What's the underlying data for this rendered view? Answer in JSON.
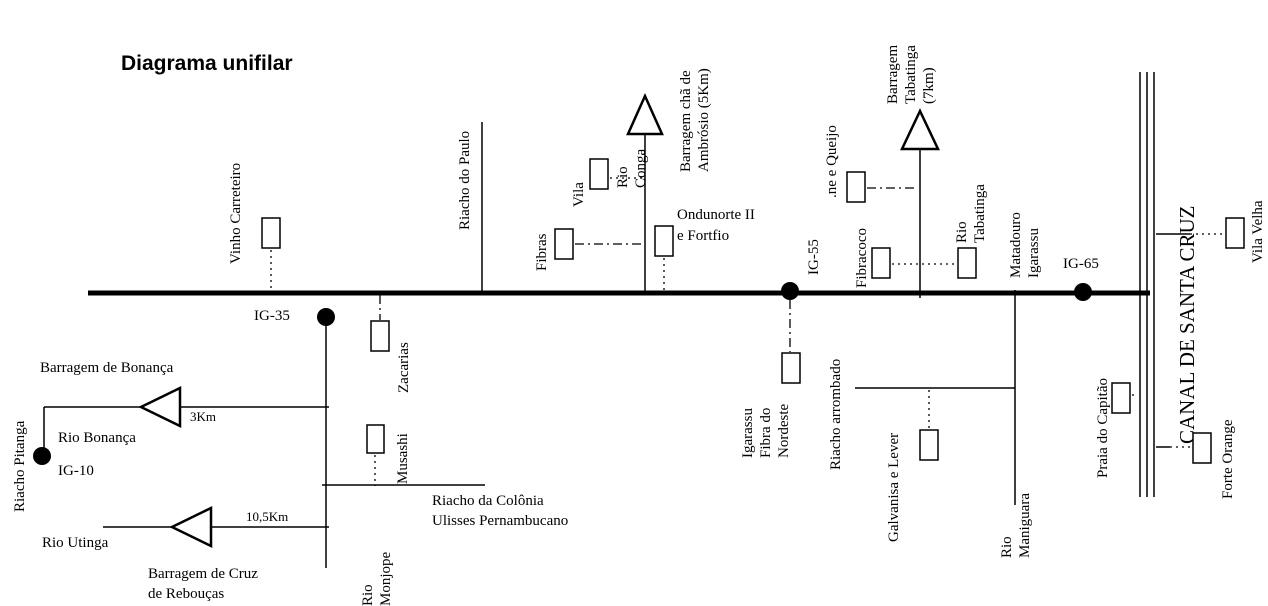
{
  "title": "Diagrama unifilar",
  "canal": "CANAL DE SANTA CRUZ",
  "nodes": {
    "ig10": "IG-10",
    "ig35": "IG-35",
    "ig55": "IG-55",
    "ig65": "IG-65"
  },
  "labels": {
    "barragem_bonanca": "Barragem de Bonança",
    "dist_3km": "3Km",
    "rio_bonanca": "Rio Bonança",
    "riacho_pitanga": "Riacho Pitanga",
    "rio_utinga": "Rio Utinga",
    "dist_10_5km": "10,5Km",
    "barragem_cruz_1": "Barragem de Cruz",
    "barragem_cruz_2": "de Rebouças",
    "vinho_carreteiro": "Vinho Carreteiro",
    "zacarias": "Zacarias",
    "musashi": "Musashi",
    "riacho_colonia_1": "Riacho da Colônia",
    "riacho_colonia_2": "Ulisses Pernambucano",
    "rio_monjope_1": "Rio",
    "rio_monjope_2": "Monjope",
    "riacho_paulo": "Riacho do Paulo",
    "fibras": "Fibras",
    "vila": "Vila",
    "rio_conga_1": "Rio",
    "rio_conga_2": "Conga",
    "barragem_cha_1": "Barragem chã de",
    "barragem_cha_2": "Ambrósio (5Km)",
    "ondunorte_1": "Ondunorte II",
    "ondunorte_2": "e Fortfio",
    "igarassu_fibra_1": "Igarassu",
    "igarassu_fibra_2": "Fibra do",
    "igarassu_fibra_3": "Nordeste",
    "leite_queijo": ".ne e Queijo",
    "barragem_tabatinga_1": "Barragem",
    "barragem_tabatinga_2": "Tabatinga",
    "barragem_tabatinga_3": "(7km)",
    "fibracoco": "Fibracoco",
    "rio_tabatinga_1": "Rio",
    "rio_tabatinga_2": "Tabatinga",
    "riacho_arrombado": "Riacho arrombado",
    "galvanisa_lever": "Galvanisa e Lever",
    "matadouro_1": "Matadouro",
    "matadouro_2": "Igarassu",
    "rio_maniguara_1": "Rio",
    "rio_maniguara_2": "Maniguara",
    "praia_capitao": "Praia do Capitão",
    "vila_velha": "Vila Velha",
    "forte_orange": "Forte Orange"
  }
}
